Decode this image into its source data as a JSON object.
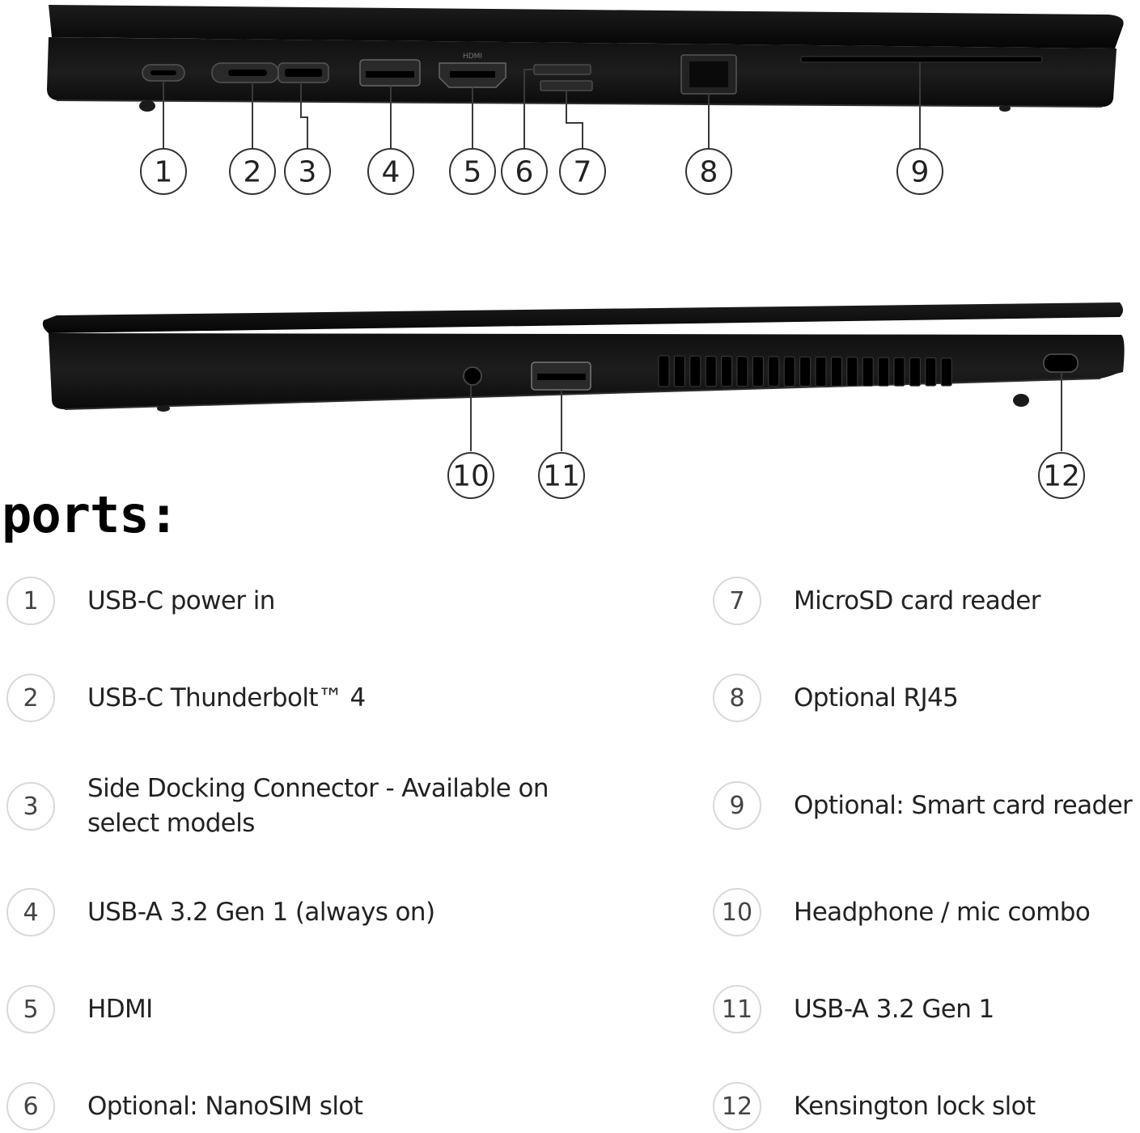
{
  "section_title": "ports:",
  "callouts": [
    "1",
    "2",
    "3",
    "4",
    "5",
    "6",
    "7",
    "8",
    "9",
    "10",
    "11",
    "12"
  ],
  "port_markings": {
    "hdmi": "HDMI"
  },
  "legend": {
    "left": [
      {
        "number": "1",
        "label": "USB-C power in"
      },
      {
        "number": "2",
        "label": "USB-C Thunderbolt™ 4"
      },
      {
        "number": "3",
        "label": "Side Docking Connector - Available on select models"
      },
      {
        "number": "4",
        "label": "USB-A 3.2 Gen 1 (always on)"
      },
      {
        "number": "5",
        "label": "HDMI"
      },
      {
        "number": "6",
        "label": "Optional: NanoSIM slot"
      }
    ],
    "right": [
      {
        "number": "7",
        "label": "MicroSD card reader"
      },
      {
        "number": "8",
        "label": "Optional RJ45"
      },
      {
        "number": "9",
        "label": "Optional: Smart card reader"
      },
      {
        "number": "10",
        "label": "Headphone / mic combo"
      },
      {
        "number": "11",
        "label": "USB-A 3.2 Gen 1"
      },
      {
        "number": "12",
        "label": "Kensington lock slot"
      }
    ]
  },
  "colors": {
    "chassis": "#141414",
    "lid": "#0c0c0c",
    "port": "#2a2a2a",
    "leader": "#3a3a3a",
    "badge_border": "#d9d9d9"
  }
}
